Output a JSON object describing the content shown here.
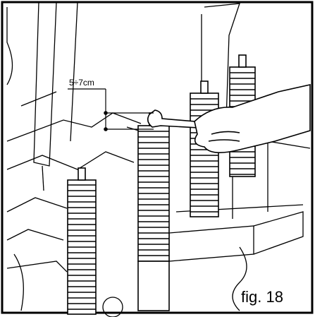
{
  "figure": {
    "dimension_label": "5÷7cm",
    "caption": "fig. 18",
    "icons": [
      "spring-assembly-illustration",
      "wrench-icon",
      "hand-icon"
    ]
  }
}
